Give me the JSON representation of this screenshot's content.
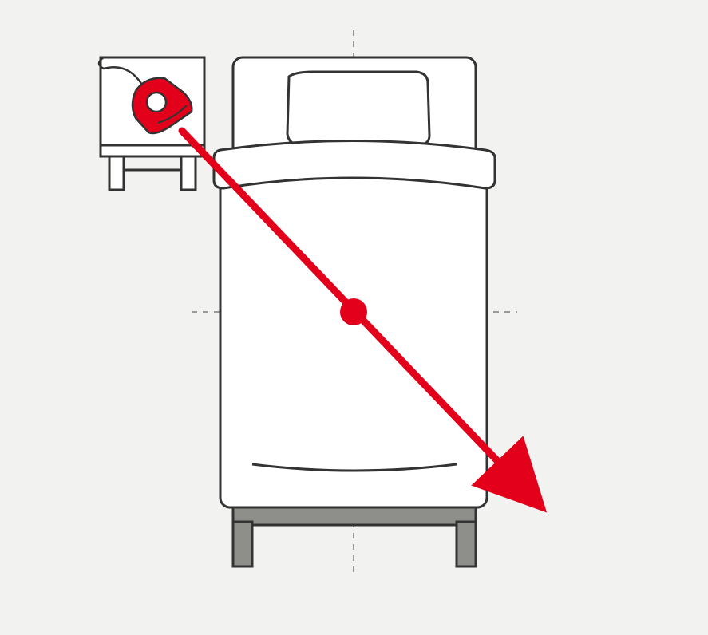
{
  "diagram": {
    "kind": "bed-top-view-with-device",
    "elements": {
      "background": "light-gray-panel",
      "nightstand": "nightstand",
      "device": "red-device",
      "bed": "single-bed",
      "pillow": "pillow",
      "blanket": "blanket",
      "center_point": "center-marker",
      "direction": "arrow"
    },
    "colors": {
      "background": "#f2f2f1",
      "outline": "#333333",
      "bed_fill": "#ffffff",
      "bed_frame": "#8e8e8a",
      "guides": "#9a9a9a",
      "accent": "#e3001b"
    }
  }
}
